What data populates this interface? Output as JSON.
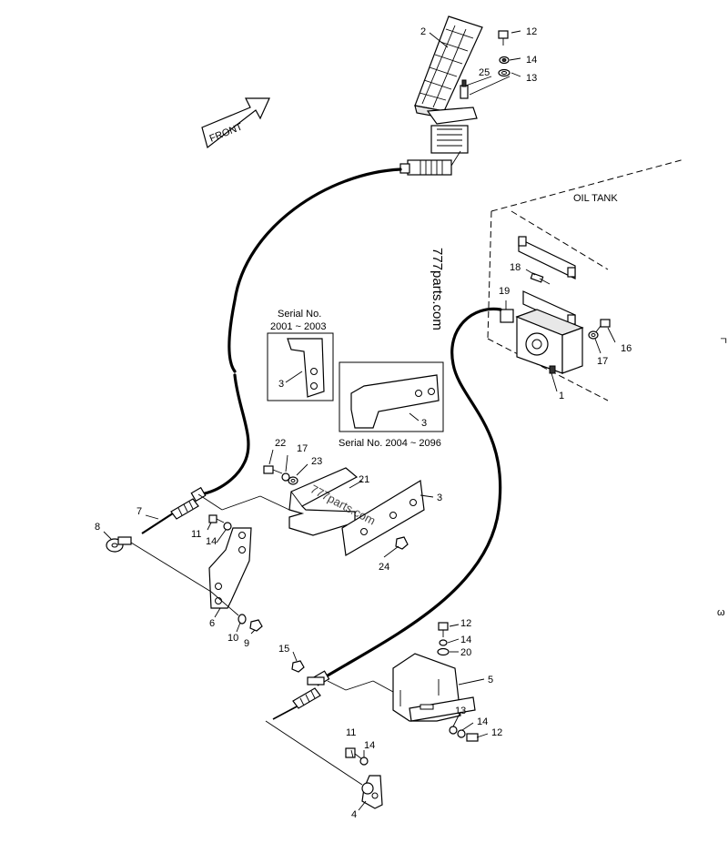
{
  "arrow": {
    "text": "FRONT"
  },
  "tank": {
    "text": "OIL TANK"
  },
  "watermark": {
    "text": "777parts.com"
  },
  "inset_a": {
    "title_line1": "Serial No.",
    "title_line2": "2001 ~ 2003",
    "part": "3"
  },
  "inset_b": {
    "title": "Serial No. 2004 ~ 2096",
    "part": "3"
  },
  "callouts": {
    "c1": "1",
    "c2": "2",
    "c3": "3",
    "c4": "4",
    "c5": "5",
    "c6": "6",
    "c7": "7",
    "c8": "8",
    "c9": "9",
    "c10": "10",
    "c11a": "11",
    "c11b": "11",
    "c12a": "12",
    "c12b": "12",
    "c12c": "12",
    "c13a": "13",
    "c13b": "13",
    "c14a": "14",
    "c14b": "14",
    "c14c": "14",
    "c14d": "14",
    "c14e": "14",
    "c15": "15",
    "c16": "16",
    "c17a": "17",
    "c17b": "17",
    "c18": "18",
    "c19": "19",
    "c20": "20",
    "c21": "21",
    "c22": "22",
    "c23": "23",
    "c24": "24",
    "c25": "25"
  },
  "margin_marks": {
    "m1": "ㄱ",
    "m2": "ω"
  }
}
